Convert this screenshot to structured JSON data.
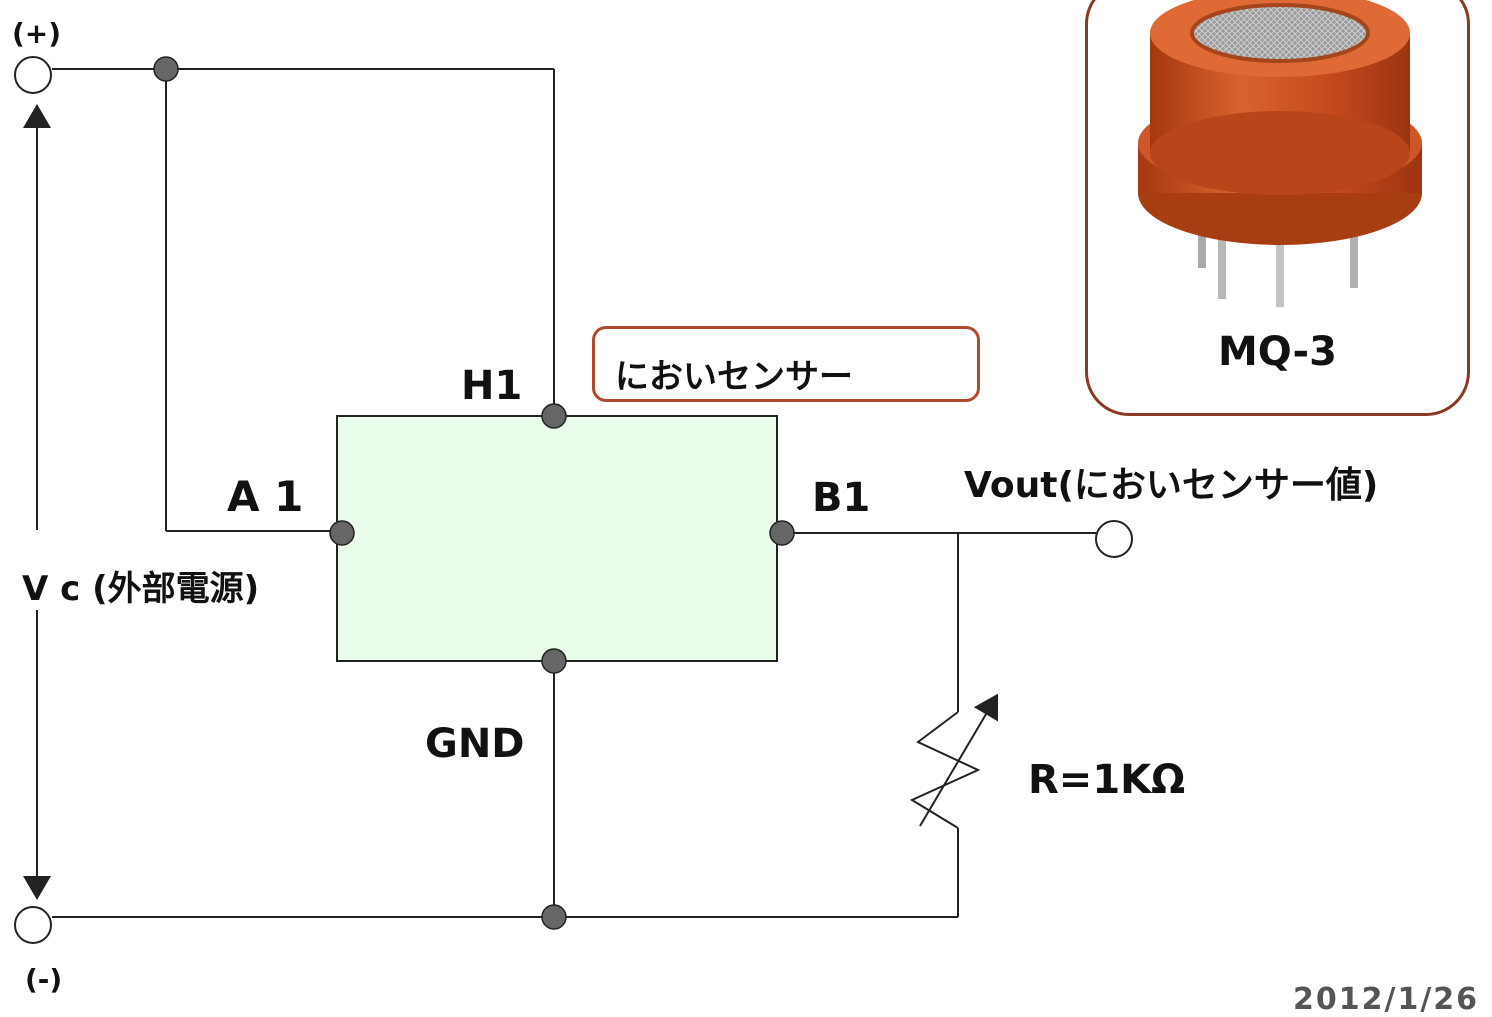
{
  "labels": {
    "plus": "(+)",
    "minus": "(-)",
    "h1": "H1",
    "a1": "A 1",
    "b1": "B1",
    "gnd": "GND",
    "vc": "V c (外部電源)",
    "vout": "Vout(においセンサー値)",
    "resistor": "R=1KΩ"
  },
  "callout": {
    "text": "においセンサー"
  },
  "photo": {
    "caption": "MQ-3",
    "icon": "gas-sensor-photo"
  },
  "footer": {
    "date": "2012/1/26"
  },
  "colors": {
    "wire": "#222222",
    "node": "#666666",
    "sensor_fill": "#eafcea",
    "callout_border": "#b04a2e",
    "photo_border": "#8a3a24",
    "sensor_body": "#c8491e"
  }
}
